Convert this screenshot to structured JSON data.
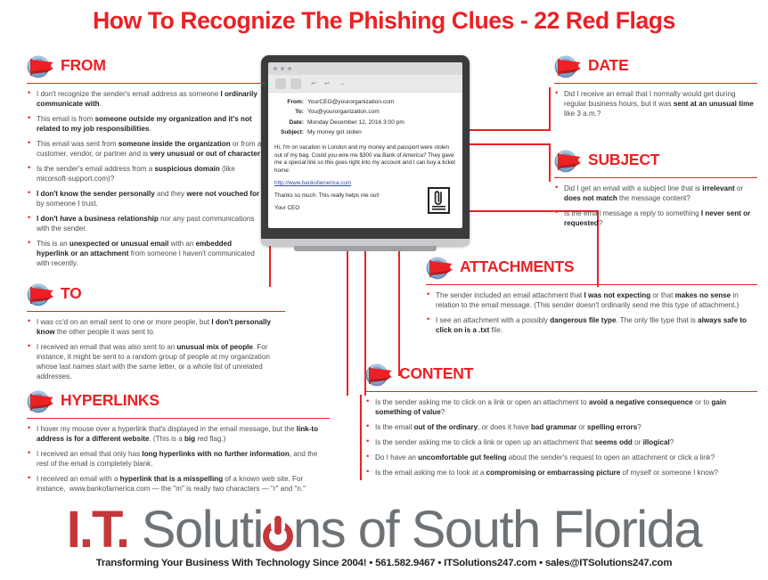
{
  "title": "How To Recognize The Phishing Clues - 22 Red Flags",
  "colors": {
    "red": "#ED2024",
    "dark_gray": "#4D4D4F",
    "logo_gray": "#6D7276",
    "logo_red": "#C4373B",
    "link_blue": "#2C4FA0"
  },
  "sections": {
    "from": {
      "heading": "FROM",
      "icon": "red-flag-icon",
      "items": [
        {
          "html": "I don't recognize the sender's email address as someone <b>I ordinarily communicate with</b>."
        },
        {
          "html": "This email is from <b>someone outside my organization and it's not related to my job responsibilities</b>."
        },
        {
          "html": "This email was sent from <b>someone inside the organization</b> or from a customer, vendor, or partner and is <b>very unusual or out of character</b>."
        },
        {
          "html": "Is the sender's email address from a <b>suspicious domain</b> (like micorsoft-support.com)?"
        },
        {
          "html": "<b>I don't know the sender personally</b> and they <b>were not vouched for</b> by someone I trust."
        },
        {
          "html": "<b>I don't have a business relationship</b> nor any past communications with the sender."
        },
        {
          "html": "This is an <b>unexpected or unusual email</b> with an <b>embedded hyperlink or an attachment</b> from someone I haven't communicated with recently."
        }
      ]
    },
    "to": {
      "heading": "TO",
      "icon": "red-flag-icon",
      "items": [
        {
          "html": "I was cc'd on an email sent to one or more people, but <b>I don't personally know</b> the other people it was sent to."
        },
        {
          "html": "I received an email that was also sent to an <b>unusual mix of people</b>. For instance, it might be sent to a random group of people at my organization whose last names start with the same letter, or a whole list of unrelated addresses."
        }
      ]
    },
    "hyperlinks": {
      "heading": "HYPERLINKS",
      "icon": "red-flag-icon",
      "items": [
        {
          "html": "I hover my mouse over a hyperlink that's displayed in the email message, but the <b>link-to address is for a different website</b>. (This is a <b>big</b> red flag.)"
        },
        {
          "html": "I received an email that only has <b>long hyperlinks with no further information</b>, and the rest of the email is completely blank."
        },
        {
          "html": "I received an email with a <b>hyperlink that is a misspelling</b> of a known web site. For instance,&nbsp; www.bankofarnerica.com &mdash; the \"m\" is really two characters &mdash; \"r\" and \"n.\""
        }
      ]
    },
    "date": {
      "heading": "DATE",
      "icon": "red-flag-icon",
      "items": [
        {
          "html": "Did I receive an email that I normally would get during regular business hours, but it was <b>sent at an unusual time</b> like 3 a.m.?"
        }
      ]
    },
    "subject": {
      "heading": "SUBJECT",
      "icon": "red-flag-icon",
      "items": [
        {
          "html": "Did I get an email with a subject line that is <b>irrelevant</b> or <b>does not match</b> the message content?"
        },
        {
          "html": "Is the email message a reply to something <b>I never sent or requested</b>?"
        }
      ]
    },
    "attachments": {
      "heading": "ATTACHMENTS",
      "icon": "red-flag-icon",
      "items": [
        {
          "html": "The sender included an email attachment that <b>I was not expecting</b> or that <b>makes no sense</b> in relation to the email message. (This sender doesn't ordinarily send me this type of attachment.)"
        },
        {
          "html": "I see an attachment with a possibly <b>dangerous file type</b>. The only file type that is <b>always safe to click on is a .txt</b> file."
        }
      ]
    },
    "content": {
      "heading": "CONTENT",
      "icon": "red-flag-icon",
      "items": [
        {
          "html": "Is the sender asking me to click on a link or open an attachment to <b>avoid a negative consequence</b> or to <b>gain something of value</b>?"
        },
        {
          "html": "Is the email <b>out of the ordinary</b>, or does it have <b>bad grammar</b> or <b>spelling errors</b>?"
        },
        {
          "html": "Is the sender asking me to click a link or open up an attachment that <b>seems odd</b> or <b>illogical</b>?"
        },
        {
          "html": "Do I have an <b>uncomfortable gut feeling</b> about the sender's request to open an attachment or click a link?"
        },
        {
          "html": "Is the email asking me to look at a <b>compromising or embarrassing picture</b> of myself or someone I know?"
        }
      ]
    }
  },
  "email_mockup": {
    "headers": [
      {
        "label": "From:",
        "value": "YourCEO@yourorganization.com"
      },
      {
        "label": "To:",
        "value": "You@yourorganization.com"
      },
      {
        "label": "Date:",
        "value": "Monday December 12, 2016 3:00 pm"
      },
      {
        "label": "Subject:",
        "value": "My money got stolen"
      }
    ],
    "body_paragraph": "Hi, I'm on vacation in London and my money and passport were stolen out of my bag. Could you wire me $300 via Bank of America? They gave me a special link so this goes right into my account and I can buy a ticket home:",
    "link_text": "http://www.bankofarnerica.com",
    "closing": "Thanks so much. This really helps me out!",
    "signature": "Your CEO",
    "toolbar_icons": [
      "trash-icon",
      "archive-icon",
      "reply-icon",
      "reply-all-icon",
      "forward-icon"
    ],
    "attachment_icon": "document-attachment-icon"
  },
  "footer": {
    "logo_it": "I.T.",
    "logo_part1": "Soluti",
    "logo_part2": "ns of South Florida",
    "power_icon": "power-symbol-icon",
    "tagline": "Transforming Your Business With Technology Since 2004!  •  561.582.9467  •  ITSolutions247.com  •  sales@ITSolutions247.com"
  }
}
